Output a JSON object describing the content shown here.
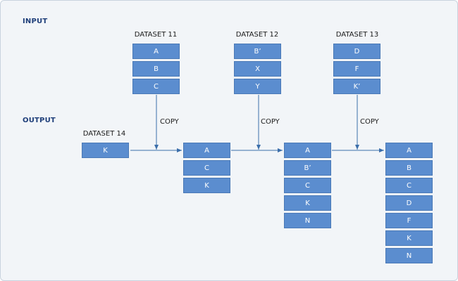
{
  "sections": {
    "input": "INPUT",
    "output": "OUTPUT"
  },
  "inputs": [
    {
      "title": "DATASET 11",
      "items": [
        "A",
        "B",
        "C"
      ]
    },
    {
      "title": "DATASET 12",
      "items": [
        "B’",
        "X",
        "Y"
      ]
    },
    {
      "title": "DATASET 13",
      "items": [
        "D",
        "F",
        "K’"
      ]
    }
  ],
  "output_start": {
    "title": "DATASET 14",
    "items": [
      "K"
    ]
  },
  "outputs": [
    {
      "items": [
        "A",
        "C",
        "K"
      ]
    },
    {
      "items": [
        "A",
        "B’",
        "C",
        "K",
        "N"
      ]
    },
    {
      "items": [
        "A",
        "B",
        "C",
        "D",
        "F",
        "K",
        "N"
      ]
    }
  ],
  "copy_labels": [
    "COPY",
    "COPY",
    "COPY"
  ],
  "colors": {
    "box_fill": "#5b8dcf",
    "box_border": "#4a79b6",
    "arrow": "#3b6eaa",
    "section_label": "#1f3f7a",
    "panel_bg": "#f2f5f8"
  }
}
